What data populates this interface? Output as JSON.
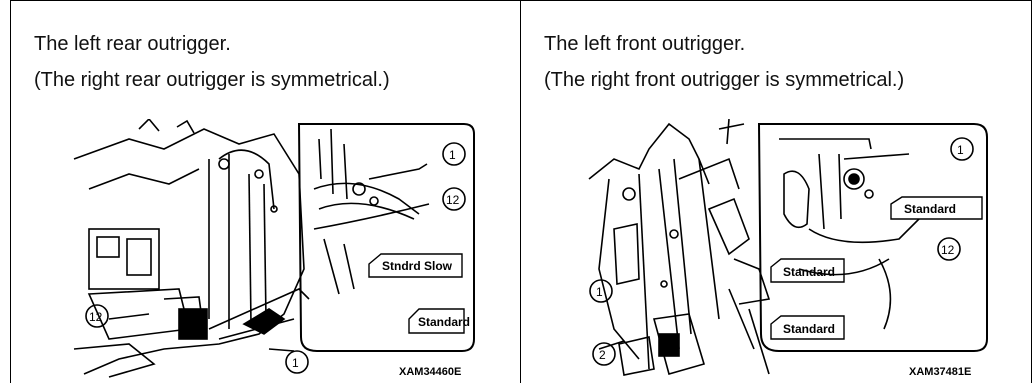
{
  "left": {
    "line1": "The left rear outrigger.",
    "line2": "(The right rear outrigger is symmetrical.)",
    "figure": {
      "code": "XAM34460E",
      "callouts": {
        "top": "1",
        "mid": "12",
        "bottom": "1",
        "left": "12"
      },
      "tags": {
        "upper": "Stndrd Slow",
        "lower": "Standard"
      }
    }
  },
  "right": {
    "line1": "The left front outrigger.",
    "line2": "(The right front outrigger is symmetrical.)",
    "figure": {
      "code": "XAM37481E",
      "callouts": {
        "top": "1",
        "mid": "12",
        "left_upper": "1",
        "left_lower": "2"
      },
      "tags": {
        "top": "Standard",
        "mid": "Standard",
        "bottom": "Standard"
      }
    }
  }
}
